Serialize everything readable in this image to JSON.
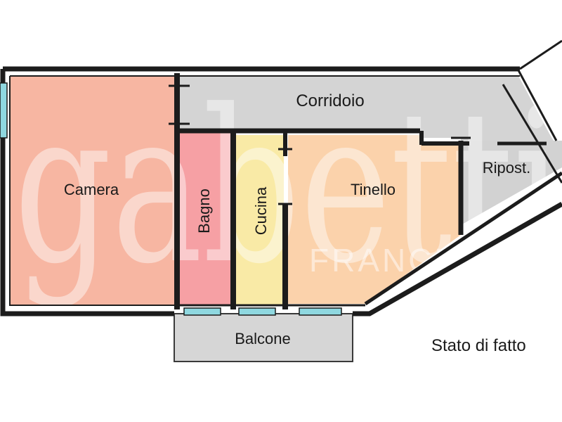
{
  "rooms": {
    "camera": "Camera",
    "corridoio": "Corridoio",
    "bagno": "Bagno",
    "cucina": "Cucina",
    "tinello": "Tinello",
    "ripostiglio": "Ripost.",
    "balcone": "Balcone"
  },
  "caption": "Stato di fatto",
  "watermark": {
    "brand": "gabetti",
    "sub": "FRANCHISING"
  },
  "colors": {
    "camera": "#f7b6a2",
    "bagno": "#f6a0a4",
    "cucina": "#f9eaa6",
    "tinello": "#fbd2ab",
    "grey": "#d4d4d4",
    "window": "#8fd8e0",
    "wall": "#1c1c1c"
  }
}
